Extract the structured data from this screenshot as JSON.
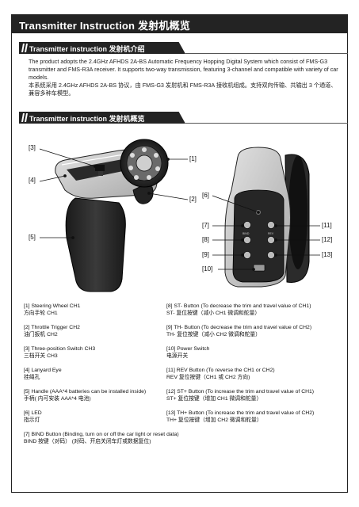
{
  "header": {
    "title": "Transmitter Instruction  发射机概览"
  },
  "section1": {
    "title": "Transmitter instruction 发射机介绍"
  },
  "intro": {
    "en": "The product adopts the 2.4GHz AFHDS 2A-BS Automatic Frequency Hopping Digital System which consist of FMS-G3 transmitter and FMS-R3A receiver. It supports two-way transmission, featuring 3-channel and compatible with variety of car models.",
    "zh": "本系统采用 2.4GHz AFHDS 2A-BS 协议，由 FMS-G3 发射机和 FMS-R3A 接收机组成。支持双向传输、共输出 3 个通道、兼容多种车模型。"
  },
  "section2": {
    "title": "Transmitter instruction 发射机概览"
  },
  "callouts": {
    "c1": "[1]",
    "c2": "[2]",
    "c3": "[3]",
    "c4": "[4]",
    "c5": "[5]",
    "c6": "[6]",
    "c7": "[7]",
    "c8": "[8]",
    "c9": "[9]",
    "c10": "[10]",
    "c11": "[11]",
    "c12": "[12]",
    "c13": "[13]"
  },
  "legend_left": [
    {
      "en": "[1] Steering Wheel CH1",
      "zh": "方向手轮 CH1"
    },
    {
      "en": "[2] Throttle Trigger CH2",
      "zh": "油门扳机 CH2"
    },
    {
      "en": "[3] Three-position Switch CH3",
      "zh": "三档开关 CH3"
    },
    {
      "en": "[4] Lanyard Eye",
      "zh": "挂绳孔"
    },
    {
      "en": "[5] Handle (AAA*4 batteries can be installed inside)",
      "zh": "手柄( 内可安装 AAA*4 电池)"
    },
    {
      "en": "[6] LED",
      "zh": "指示灯"
    },
    {
      "en": "[7] BIND Button (Binding, turn on or off the car light or reset data)",
      "zh": "BIND 按键（对码） (对码、开启关闭车灯或数据复位)"
    }
  ],
  "legend_right": [
    {
      "en": "[8] ST- Button (To decrease the trim and travel value of CH1)",
      "zh": "ST- 复位按键（减小 CH1 微调和舵量）"
    },
    {
      "en": "[9] TH- Button (To decrease the trim and travel value of CH2)",
      "zh": "TH- 复位按键（减小 CH2 微调和舵量）"
    },
    {
      "en": "[10] Power Switch",
      "zh": "电源开关"
    },
    {
      "en": "[11] REV Button (To reverse the CH1 or CH2)",
      "zh": "REV 复位按键（CH1 或 CH2 方向)"
    },
    {
      "en": "[12] ST+ Button (To increase the trim and travel value of CH1)",
      "zh": "ST+ 复位按键（增加 CH1 微调和舵量）"
    },
    {
      "en": "[13] TH+ Button (To increase the trim and travel value of CH2)",
      "zh": "TH+ 复位按键（增加 CH2 微调和舵量）"
    }
  ],
  "rear_labels": {
    "bind": "BIND",
    "rev": "REV"
  }
}
